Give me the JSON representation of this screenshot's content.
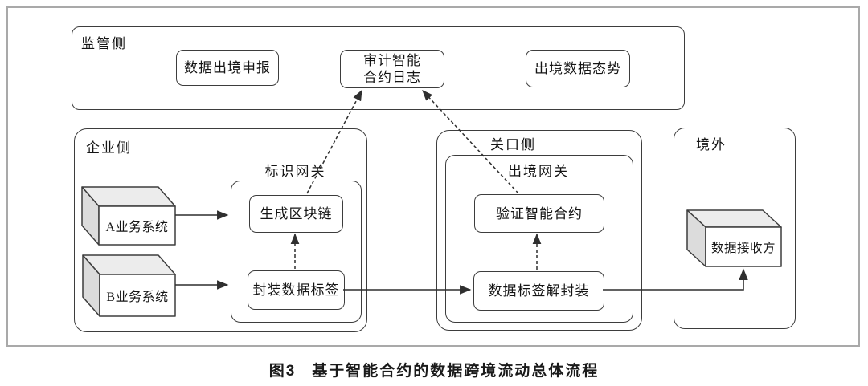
{
  "figure": {
    "label": "图3",
    "title": "基于智能合约的数据跨境流动总体流程"
  },
  "regulator": {
    "label": "监管侧",
    "declare": "数据出境申报",
    "audit_line1": "审计智能",
    "audit_line2": "合约日志",
    "situation": "出境数据态势"
  },
  "enterprise": {
    "label": "企业侧",
    "id_gateway_label": "标识网关",
    "system_a": "A业务系统",
    "system_b": "B业务系统",
    "generate_blockchain": "生成区块链",
    "pack_data_label": "封装数据标签"
  },
  "border_side": {
    "label": "关口侧",
    "export_gateway_label": "出境网关",
    "verify_contract": "验证智能合约",
    "unpack_data_label": "数据标签解封装"
  },
  "overseas": {
    "label": "境外",
    "data_receiver": "数据接收方"
  },
  "colors": {
    "line": "#2f2f2f",
    "frame": "#a9a9a9",
    "cuboid_top": "#ececec",
    "cuboid_side": "#dcdcdc"
  }
}
